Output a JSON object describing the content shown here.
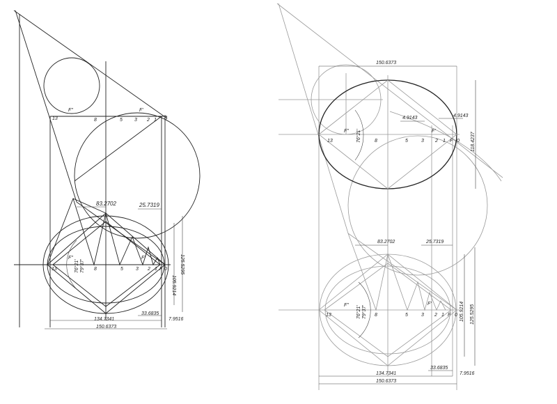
{
  "left": {
    "dims": {
      "a": "83.2702",
      "b": "25.7319",
      "c": "105.9214",
      "d": "125.5295",
      "e": "134.7341",
      "f": "33.6835",
      "g": "7.9516",
      "h": "150.6373"
    },
    "angles": {
      "a1": "76°21'",
      "a2": "79°37'"
    },
    "points": [
      "13",
      "8",
      "5",
      "3",
      "2",
      "1",
      "F",
      "0"
    ],
    "foci": {
      "f1": "F'",
      "f2": "F''"
    }
  },
  "right": {
    "dims_top": {
      "w": "150.6373",
      "h": "118.4237",
      "p1": "4.9143",
      "p2": "4.9143"
    },
    "dims": {
      "a": "83.2702",
      "b": "25.7319",
      "c": "105.9214",
      "d": "125.5295",
      "e": "134.7341",
      "f": "33.6835",
      "g": "7.9516",
      "h": "150.6373"
    },
    "angles": {
      "a0": "76°21'",
      "a1": "76°21'",
      "a2": "79°37'"
    },
    "points": [
      "13",
      "8",
      "5",
      "3",
      "2",
      "1",
      "F",
      "0"
    ],
    "foci": {
      "f1": "F'",
      "f2": "F''"
    }
  }
}
